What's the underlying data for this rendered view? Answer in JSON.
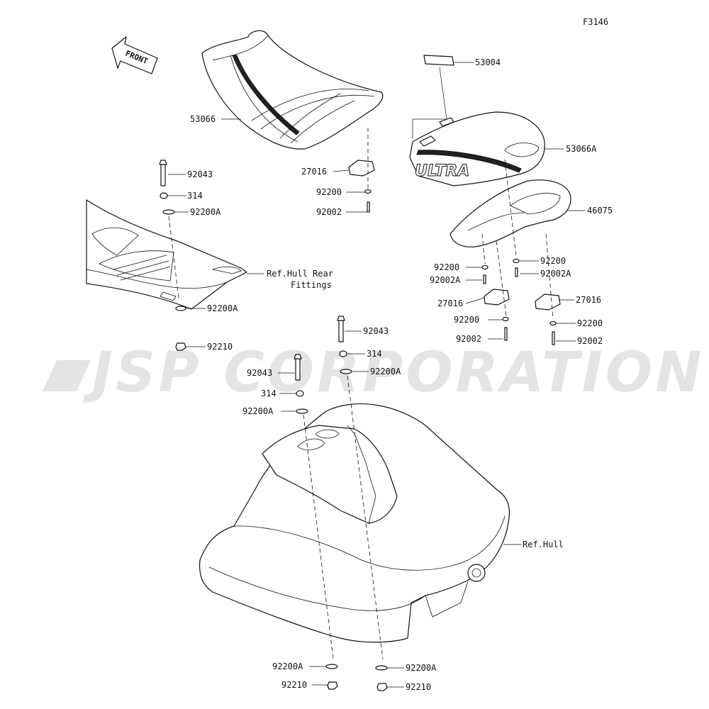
{
  "figure_code": "F3146",
  "watermark": "JSP CORPORATION",
  "front_arrow_label": "FRONT",
  "labels": {
    "l53066": "53066",
    "l53004": "53004",
    "l53066A": "53066A",
    "l27016_a": "27016",
    "l92200_a": "92200",
    "l92002_a": "92002",
    "l46075": "46075",
    "l92200_b": "92200",
    "l92002A_b": "92002A",
    "l92200_c": "92200",
    "l92002A_c": "92002A",
    "l27016_b": "27016",
    "l92200_d": "92200",
    "l92002_d": "92002",
    "l27016_c": "27016",
    "l92200_e": "92200",
    "l92002_e": "92002",
    "l92043_a": "92043",
    "l314_a": "314",
    "l92200A_a": "92200A",
    "ref_hull_rear_1": "Ref.Hull Rear",
    "ref_hull_rear_2": "Fittings",
    "l92200A_b": "92200A",
    "l92210_b": "92210",
    "l92043_c": "92043",
    "l314_c": "314",
    "l92200A_c": "92200A",
    "l92043_d": "92043",
    "l314_d": "314",
    "l92200A_d": "92200A",
    "ref_hull": "Ref.Hull",
    "l92200A_e": "92200A",
    "l92210_e": "92210",
    "l92200A_f": "92200A",
    "l92210_f": "92210"
  },
  "seat_cover_brand": "ULTRA"
}
